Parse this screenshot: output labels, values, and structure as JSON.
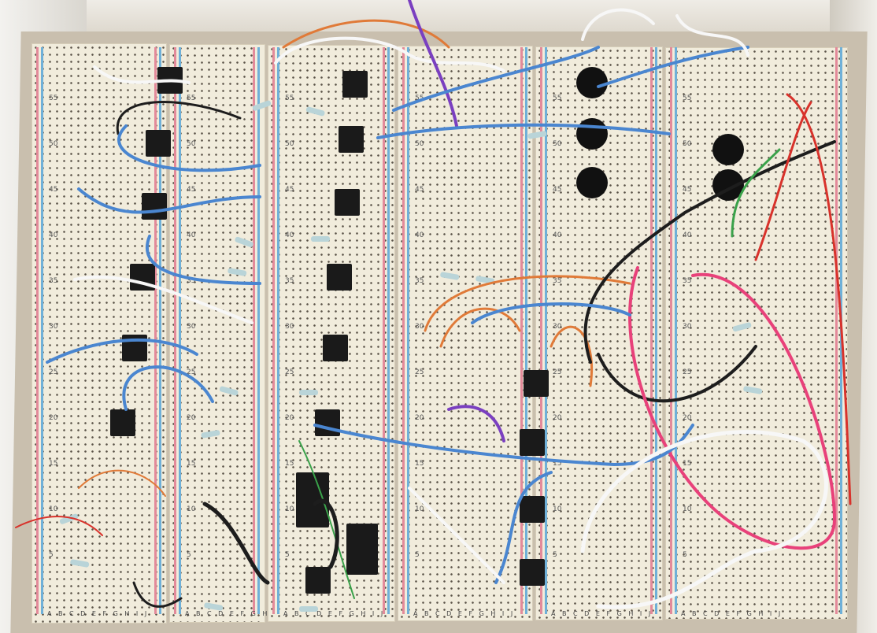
{
  "scene": {
    "subject": "breadboards",
    "row_labels": [
      "55",
      "50",
      "45",
      "40",
      "35",
      "30",
      "25",
      "20",
      "15",
      "10",
      "5"
    ],
    "column_letters": "A B C D E F G H I J",
    "colors": {
      "breadboard": "#f1ecdc",
      "rail_positive": "#e38a9a",
      "rail_negative": "#6fb0d8",
      "wire_blue": "#4a86d0",
      "wire_white": "#f7f7f7",
      "wire_black": "#1d1d1d",
      "wire_orange": "#e07a38",
      "wire_pink": "#e8417a",
      "wire_red": "#d8322b",
      "wire_green": "#3aa24a",
      "wire_purple": "#7a3fc0",
      "chip": "#1a1a1a"
    }
  }
}
